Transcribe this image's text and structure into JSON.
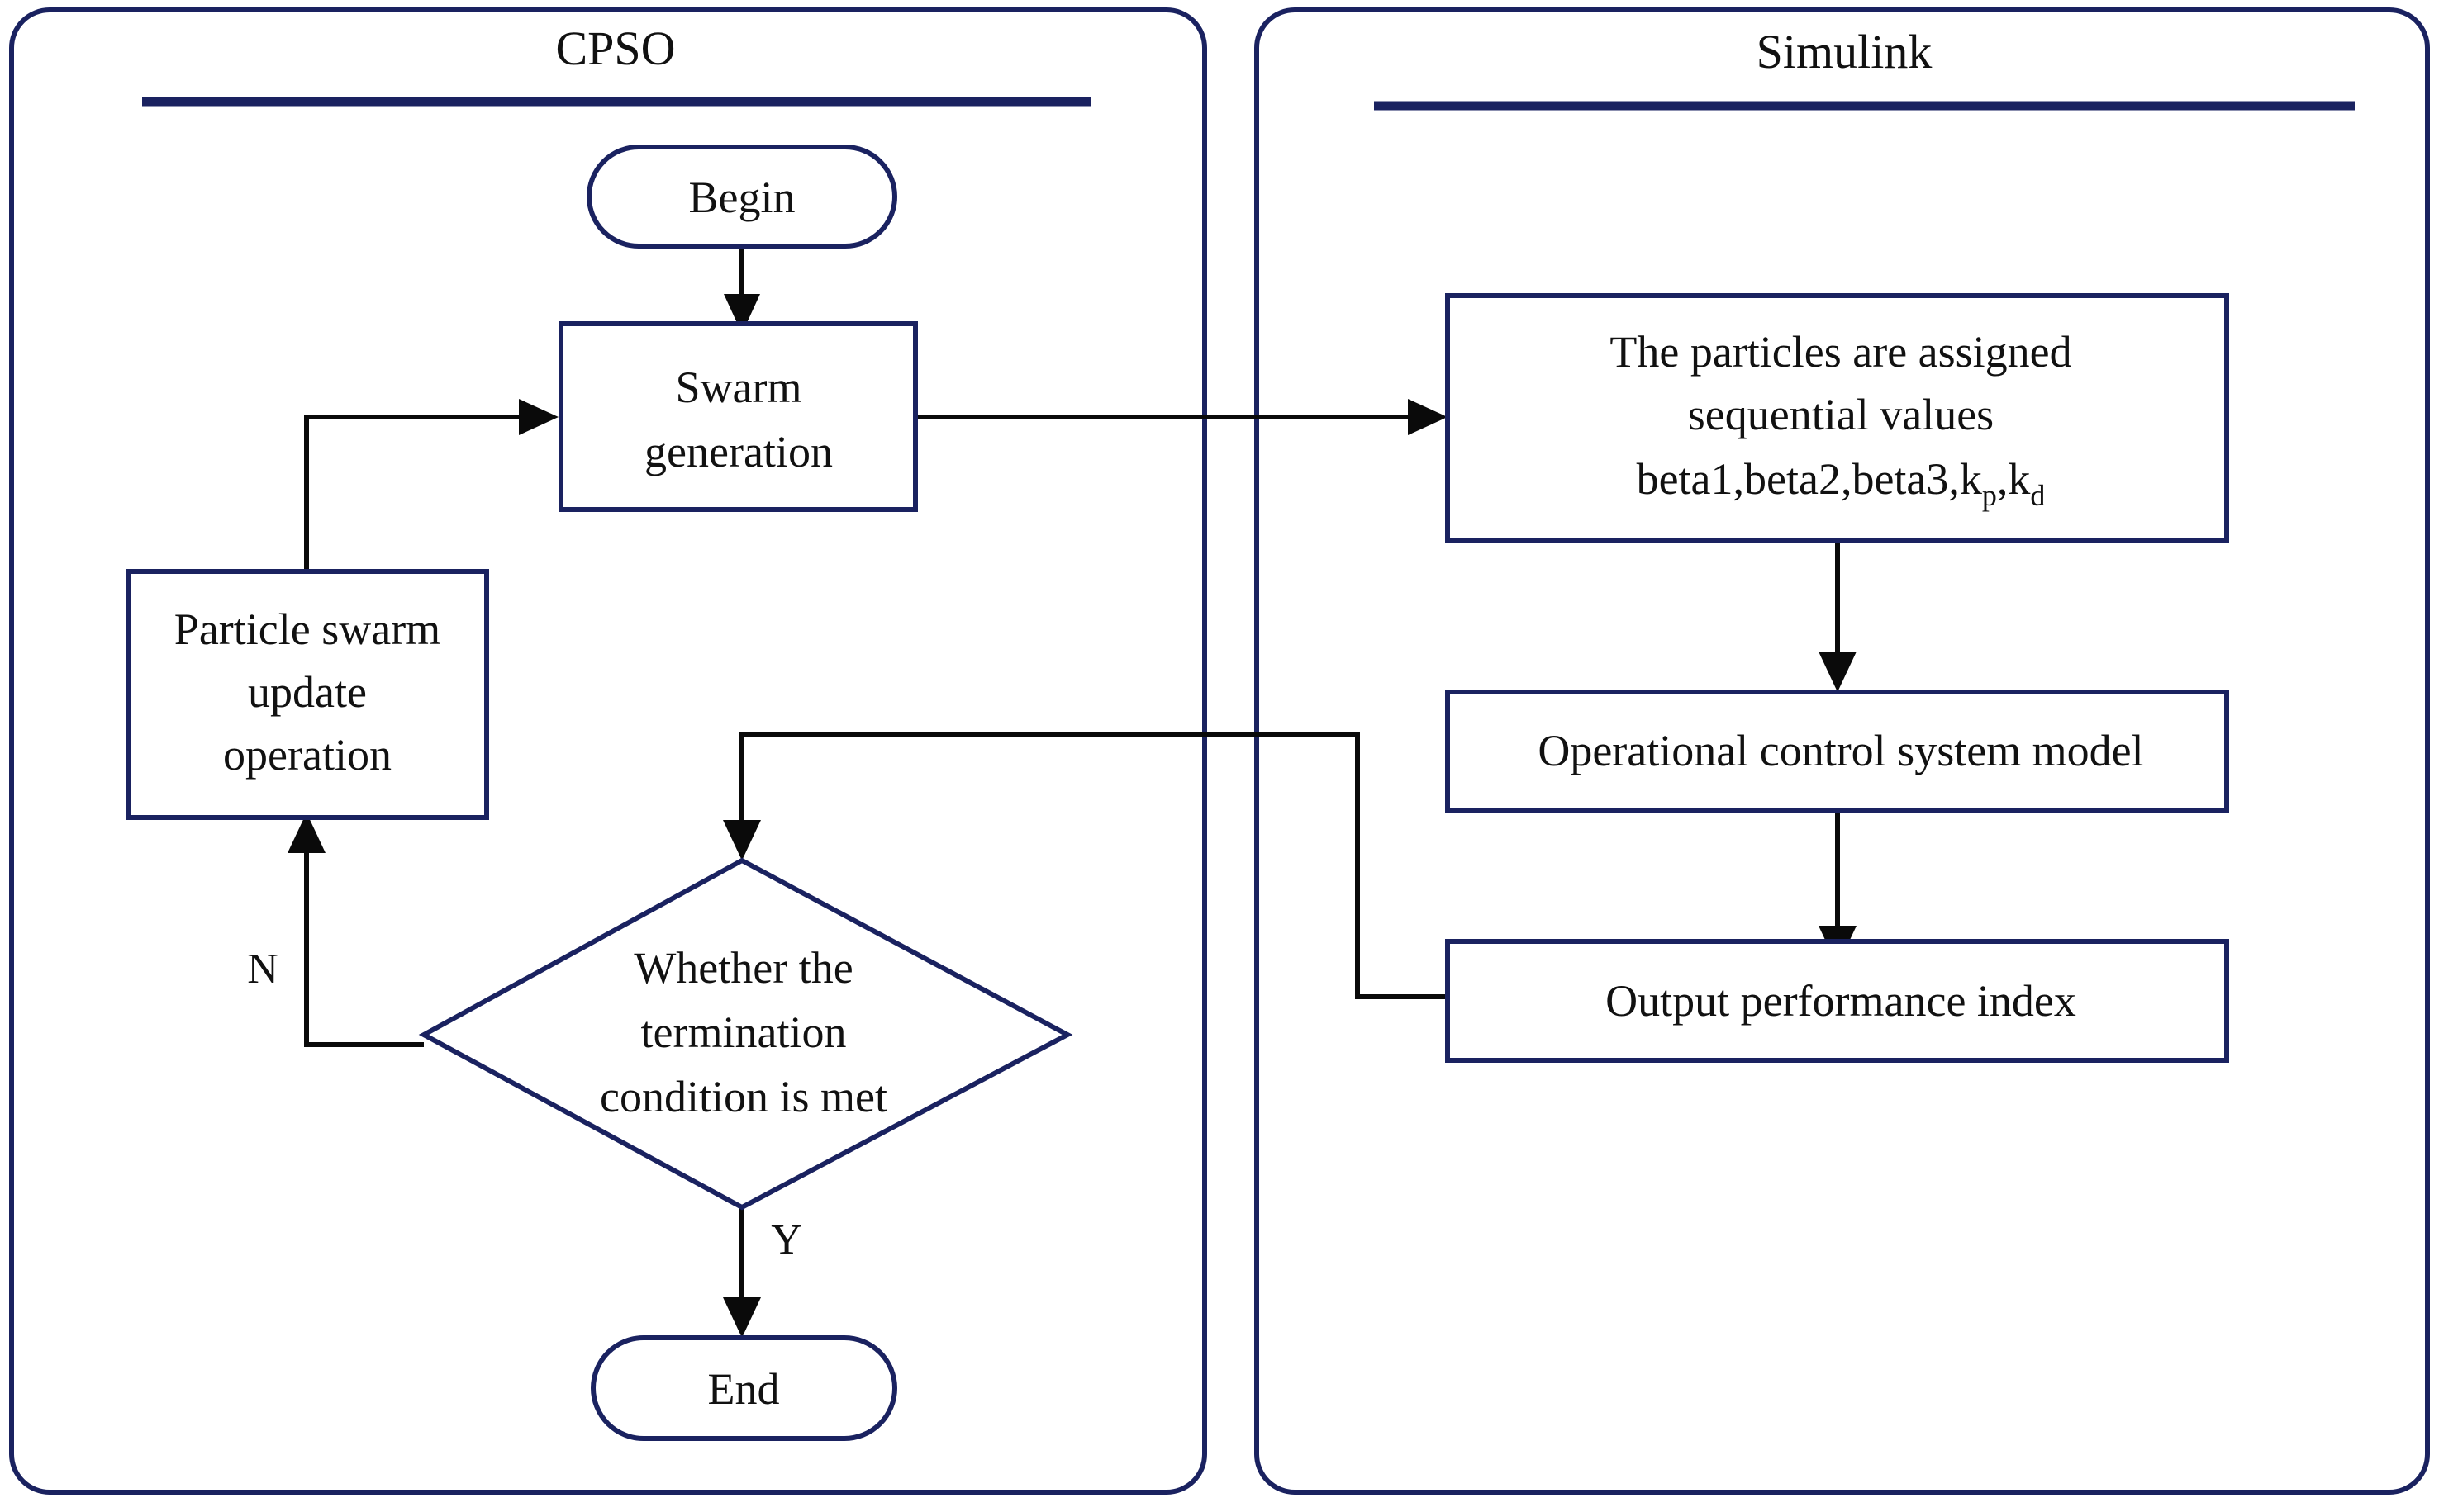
{
  "figure": {
    "kind": "flowchart",
    "description": "CPSO and Simulink co-simulation optimization flowchart",
    "colors": {
      "shape_stroke": "#1a2260",
      "connector_stroke": "#0a0a0a",
      "background": "#ffffff",
      "text": "#111111"
    }
  },
  "panels": [
    {
      "id": "cpso",
      "title": "CPSO"
    },
    {
      "id": "simulink",
      "title": "Simulink"
    }
  ],
  "nodes": {
    "begin": {
      "label": "Begin",
      "shape": "terminator",
      "panel": "cpso"
    },
    "swarm_generation": {
      "label_line1": "Swarm",
      "label_line2": "generation",
      "shape": "process",
      "panel": "cpso"
    },
    "particle_update": {
      "label_line1": "Particle swarm",
      "label_line2": "update",
      "label_line3": "operation",
      "shape": "process",
      "panel": "cpso"
    },
    "termination": {
      "label_line1": "Whether the",
      "label_line2": "termination",
      "label_line3": "condition is met",
      "shape": "decision",
      "panel": "cpso"
    },
    "end": {
      "label": "End",
      "shape": "terminator",
      "panel": "cpso"
    },
    "assign_values": {
      "label_line1": "The particles are assigned",
      "label_line2": "sequential values",
      "label_line3_prefix": "beta1,beta2,beta3,k",
      "label_line3_sub1": "p",
      "label_line3_mid": ",k",
      "label_line3_sub2": "d",
      "shape": "process",
      "panel": "simulink"
    },
    "control_model": {
      "label": "Operational control system model",
      "shape": "process",
      "panel": "simulink"
    },
    "output_index": {
      "label": "Output performance index",
      "shape": "process",
      "panel": "simulink"
    }
  },
  "edge_labels": {
    "no": "N",
    "yes": "Y"
  },
  "edges": [
    {
      "from": "begin",
      "to": "swarm_generation",
      "label": ""
    },
    {
      "from": "swarm_generation",
      "to": "assign_values",
      "label": ""
    },
    {
      "from": "assign_values",
      "to": "control_model",
      "label": ""
    },
    {
      "from": "control_model",
      "to": "output_index",
      "label": ""
    },
    {
      "from": "output_index",
      "to": "termination",
      "label": ""
    },
    {
      "from": "termination",
      "to": "particle_update",
      "label": "N"
    },
    {
      "from": "particle_update",
      "to": "swarm_generation",
      "label": ""
    },
    {
      "from": "termination",
      "to": "end",
      "label": "Y"
    }
  ]
}
